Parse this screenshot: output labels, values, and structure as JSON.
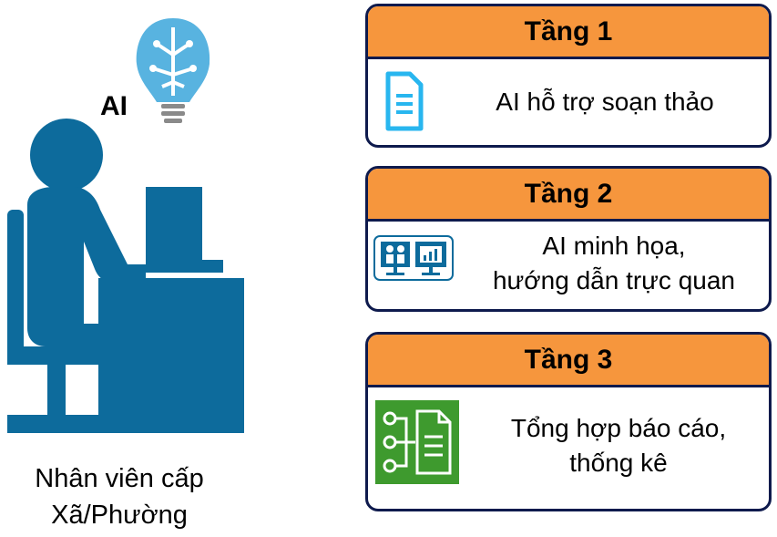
{
  "ai_label": "AI",
  "person_caption": [
    "Nhân viên cấp",
    "Xã/Phường"
  ],
  "tiers": [
    {
      "title": "Tầng 1",
      "lines": [
        "AI hỗ trợ soạn thảo"
      ],
      "icon": "document-icon"
    },
    {
      "title": "Tầng 2",
      "lines": [
        "AI minh họa,",
        "hướng dẫn trực quan"
      ],
      "icon": "presentation-icon"
    },
    {
      "title": "Tầng 3",
      "lines": [
        "Tổng hợp báo cáo,",
        "thống kê"
      ],
      "icon": "report-flow-icon"
    }
  ],
  "colors": {
    "header": "#f6963d",
    "border": "#0e1a4d",
    "person": "#0d6b9c",
    "brain": "#58b3e0",
    "report_icon": "#3e9a2e",
    "doc_icon": "#28b6ef"
  }
}
